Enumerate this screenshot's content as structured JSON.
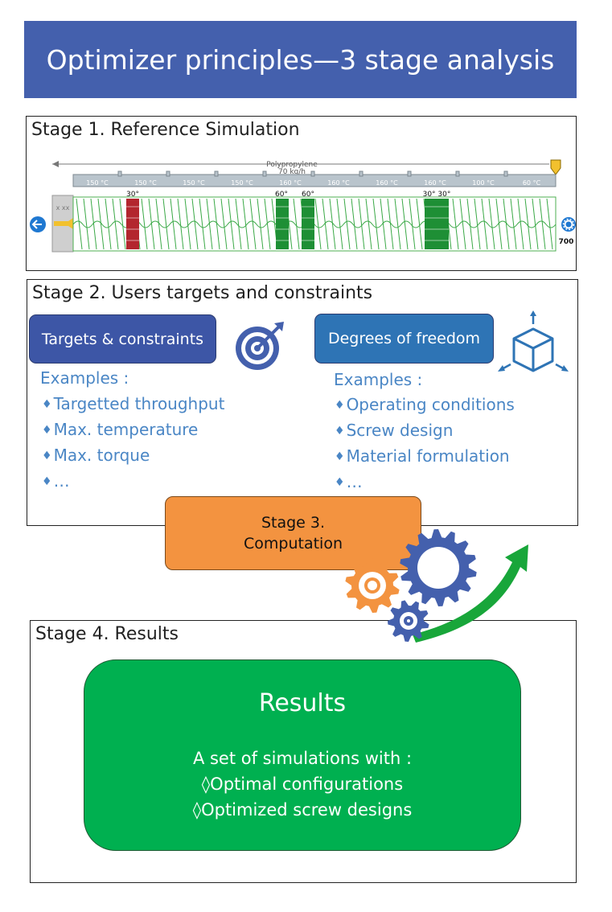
{
  "title": "Optimizer principles—3 stage analysis",
  "stage1": {
    "title": "Stage 1. Reference Simulation",
    "material_label": "Polypropylene",
    "rate_label": "70 kg/h",
    "barrel_temps": [
      "150 °C",
      "150 °C",
      "150 °C",
      "150 °C",
      "160 °C",
      "160 °C",
      "160 °C",
      "160 °C",
      "100 °C",
      "60 °C"
    ],
    "feed_label": "x xx",
    "element_angles": [
      "30°",
      "60°",
      "60°",
      "30° 30°"
    ],
    "end_label": "700"
  },
  "stage2": {
    "title": "Stage 2. Users targets and constraints",
    "left": {
      "button": "Targets & constraints",
      "examples_label": "Examples :",
      "items": [
        "Targetted throughput",
        "Max. temperature",
        "Max. torque",
        "…"
      ]
    },
    "right": {
      "button": "Degrees of freedom",
      "examples_label": "Examples :",
      "items": [
        "Operating conditions",
        "Screw design",
        "Material formulation",
        "…"
      ]
    },
    "bullet": "♦"
  },
  "stage3": {
    "line1": "Stage 3.",
    "line2": "Computation"
  },
  "stage4": {
    "title": "Stage 4. Results",
    "heading": "Results",
    "intro": "A set of simulations with :",
    "bullets": [
      "◊Optimal configurations",
      "◊Optimized screw designs"
    ]
  },
  "colors": {
    "banner": "#4460ad",
    "targets_button": "#3d56a6",
    "dof_button": "#2e74b5",
    "examples_text": "#4a86c5",
    "computation": "#f39340",
    "results": "#00b050",
    "gear_blue": "#4460ad",
    "gear_orange": "#f39340",
    "arrow_green": "#18a63a"
  },
  "icons": [
    "target-icon",
    "cube-icon",
    "gears-icon",
    "growth-arrow-icon",
    "arrow-left-icon",
    "gear-settings-icon"
  ]
}
